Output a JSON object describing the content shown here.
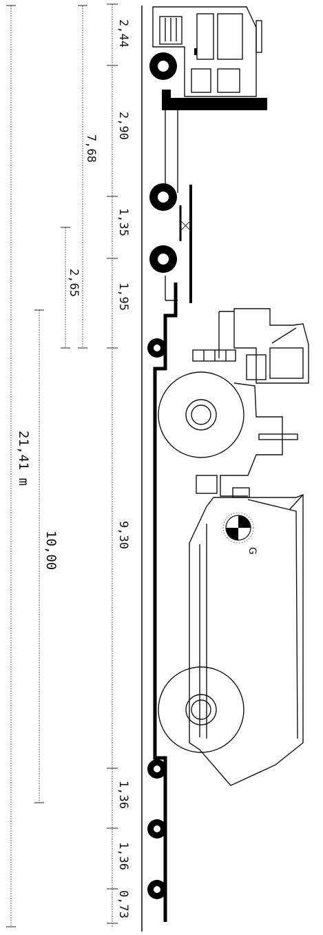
{
  "dimensions": {
    "axle_gaps": [
      "2,44",
      "2,90",
      "1,35",
      "1,95",
      "9,30",
      "1,36",
      "1,36",
      "0,73"
    ],
    "tractor_span": "7,68",
    "kingpin_span": "2,65",
    "load_span": "10,00",
    "overall_length": "21,41 m"
  },
  "center_of_gravity_label": "G"
}
